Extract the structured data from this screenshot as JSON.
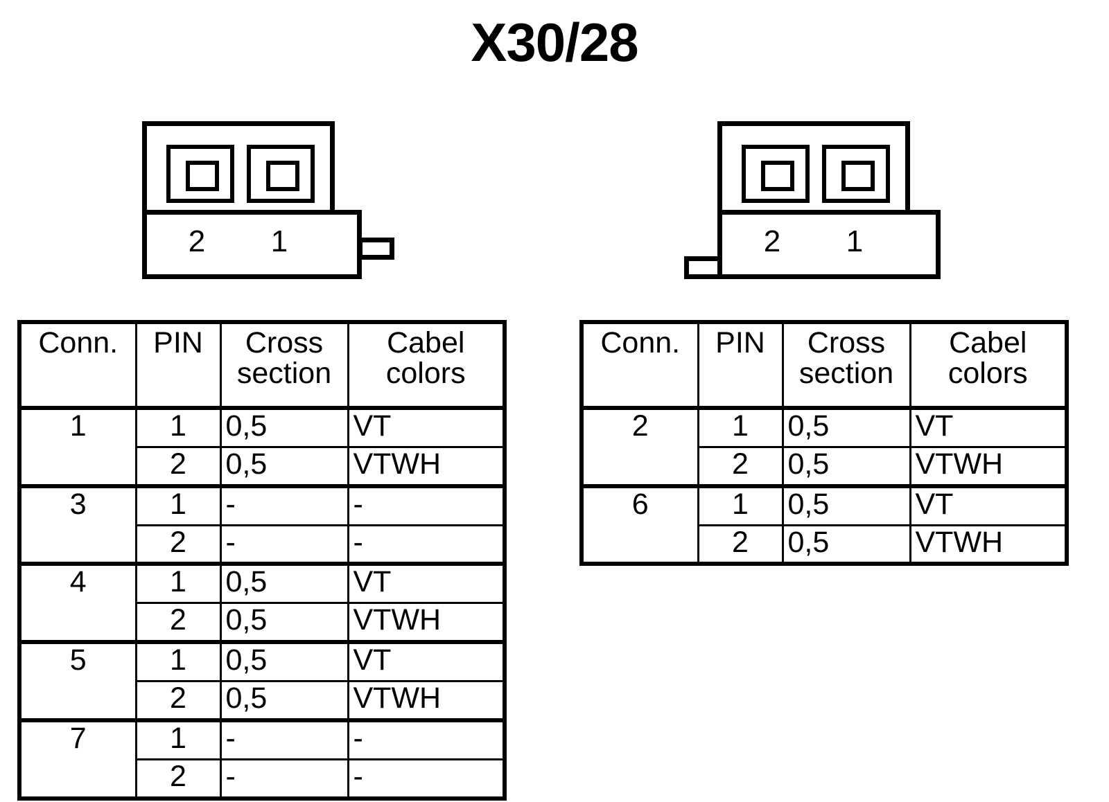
{
  "page": {
    "title": "X30/28"
  },
  "connectors": [
    {
      "id": "left",
      "name": "connector-diagram-left",
      "latch_side": "right",
      "pin_labels": [
        "2",
        "1"
      ],
      "cavity_count": 2
    },
    {
      "id": "right",
      "name": "connector-diagram-right",
      "latch_side": "left",
      "pin_labels": [
        "2",
        "1"
      ],
      "cavity_count": 2
    }
  ],
  "tables": {
    "left": {
      "name": "wiring-table-left",
      "headers": [
        "Conn.",
        "PIN",
        "Cross section",
        "Cabel colors"
      ],
      "header_lines": [
        [
          "Conn."
        ],
        [
          "PIN"
        ],
        [
          "Cross",
          "section"
        ],
        [
          "Cabel",
          "colors"
        ]
      ],
      "groups": [
        {
          "conn": "1",
          "rows": [
            {
              "pin": "1",
              "cross_section": "0,5",
              "cable_color": "VT"
            },
            {
              "pin": "2",
              "cross_section": "0,5",
              "cable_color": "VTWH"
            }
          ]
        },
        {
          "conn": "3",
          "rows": [
            {
              "pin": "1",
              "cross_section": "-",
              "cable_color": "-"
            },
            {
              "pin": "2",
              "cross_section": "-",
              "cable_color": "-"
            }
          ]
        },
        {
          "conn": "4",
          "rows": [
            {
              "pin": "1",
              "cross_section": "0,5",
              "cable_color": "VT"
            },
            {
              "pin": "2",
              "cross_section": "0,5",
              "cable_color": "VTWH"
            }
          ]
        },
        {
          "conn": "5",
          "rows": [
            {
              "pin": "1",
              "cross_section": "0,5",
              "cable_color": "VT"
            },
            {
              "pin": "2",
              "cross_section": "0,5",
              "cable_color": "VTWH"
            }
          ]
        },
        {
          "conn": "7",
          "rows": [
            {
              "pin": "1",
              "cross_section": "-",
              "cable_color": "-"
            },
            {
              "pin": "2",
              "cross_section": "-",
              "cable_color": "-"
            }
          ]
        }
      ]
    },
    "right": {
      "name": "wiring-table-right",
      "headers": [
        "Conn.",
        "PIN",
        "Cross section",
        "Cabel colors"
      ],
      "header_lines": [
        [
          "Conn."
        ],
        [
          "PIN"
        ],
        [
          "Cross",
          "section"
        ],
        [
          "Cabel",
          "colors"
        ]
      ],
      "groups": [
        {
          "conn": "2",
          "rows": [
            {
              "pin": "1",
              "cross_section": "0,5",
              "cable_color": "VT"
            },
            {
              "pin": "2",
              "cross_section": "0,5",
              "cable_color": "VTWH"
            }
          ]
        },
        {
          "conn": "6",
          "rows": [
            {
              "pin": "1",
              "cross_section": "0,5",
              "cable_color": "VT"
            },
            {
              "pin": "2",
              "cross_section": "0,5",
              "cable_color": "VTWH"
            }
          ]
        }
      ]
    }
  },
  "colors": {
    "ink": "#000000",
    "paper": "#ffffff"
  }
}
